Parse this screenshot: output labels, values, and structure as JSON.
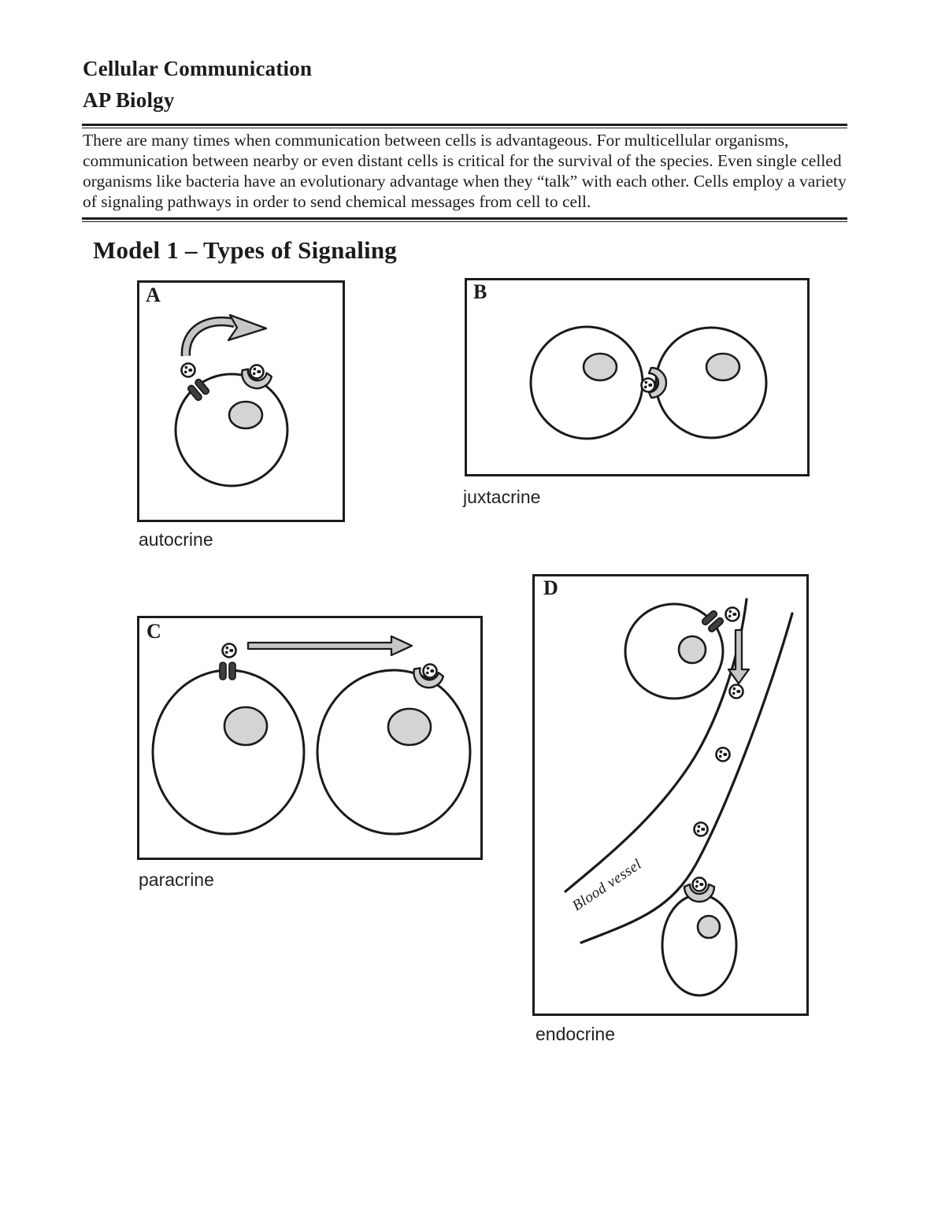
{
  "header": {
    "course_title": "Cellular Communication",
    "course_subtitle": "AP Biolgy",
    "intro_paragraph": "There are many times when communication between cells is advantageous. For multicellular organisms, communication between nearby or even distant cells is critical for the survival of the species. Even single celled organisms like bacteria have an evolutionary advantage when they “talk” with each other. Cells employ a variety of signaling pathways in order to send chemical messages from cell to cell."
  },
  "model1": {
    "heading": "Model 1 – Types of Signaling",
    "panels": [
      {
        "letter": "A",
        "label": "autocrine"
      },
      {
        "letter": "B",
        "label": "juxtacrine"
      },
      {
        "letter": "C",
        "label": "paracrine"
      },
      {
        "letter": "D",
        "label": "endocrine",
        "vessel_annotation": "Blood vessel"
      }
    ]
  },
  "colors": {
    "ink": "#1b1b1b",
    "arrow_gray": "#c6c6c6",
    "nucleus_gray": "#d4d4d4",
    "receptor_gray": "#cdcdcd",
    "channel_dark": "#3e3e3e"
  }
}
